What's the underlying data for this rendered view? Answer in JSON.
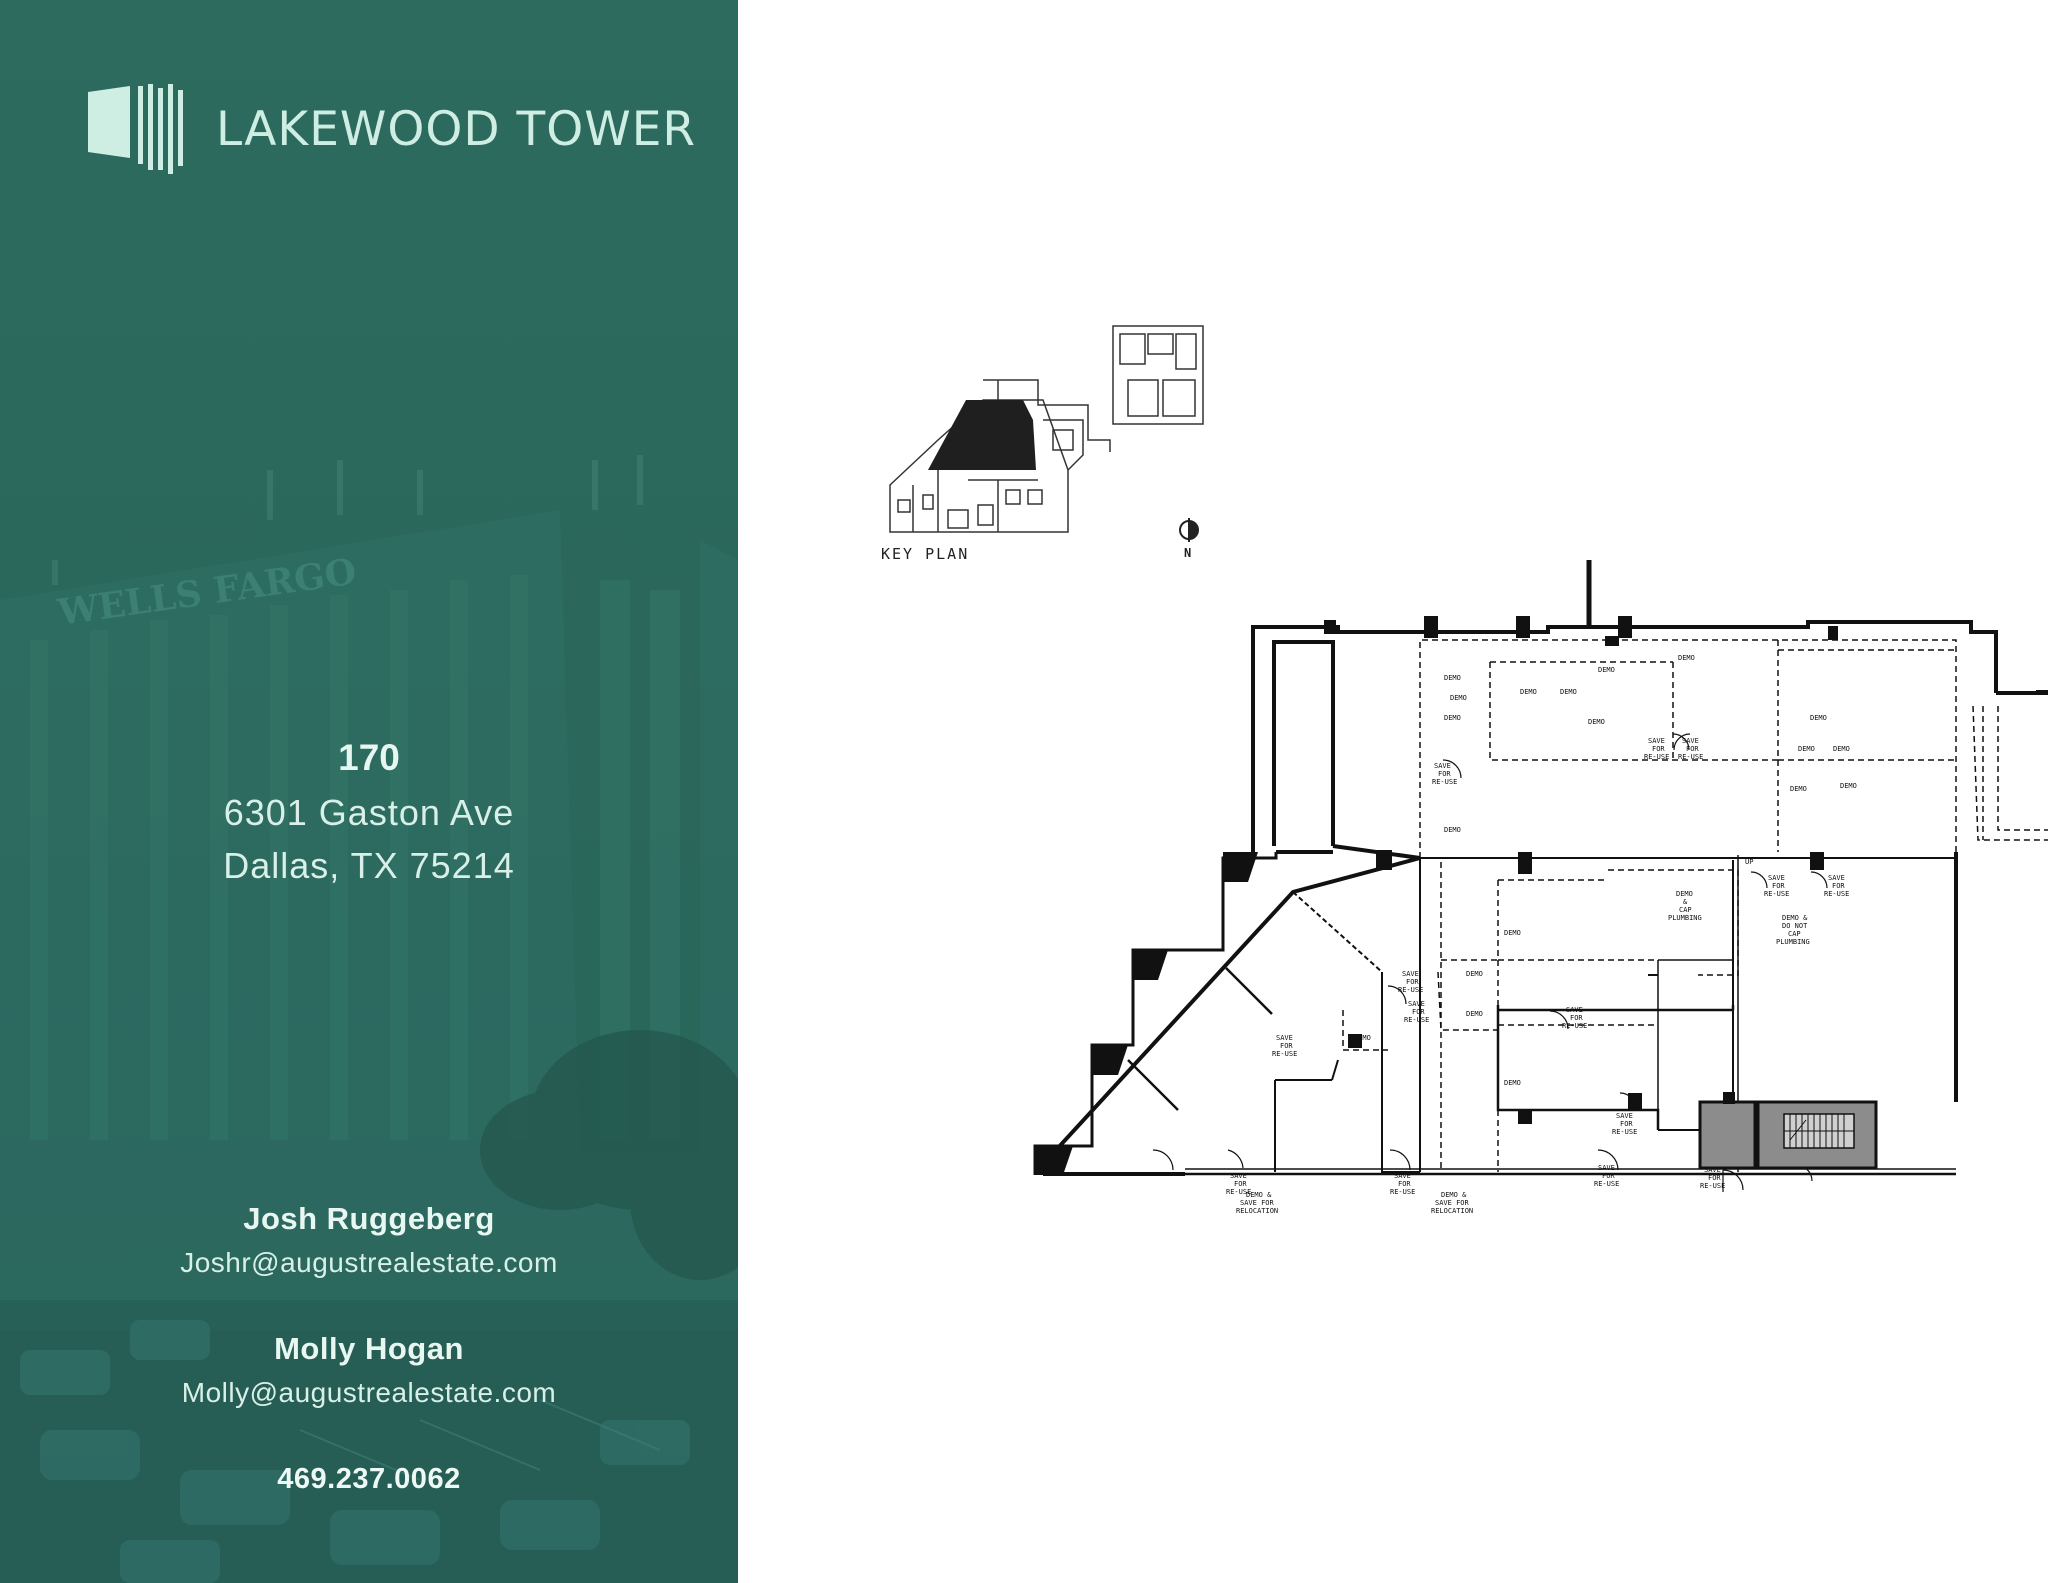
{
  "brand": {
    "name": "LAKEWOOD TOWER",
    "mint_color": "#cfeee3",
    "panel_color": "#2b685c"
  },
  "building_sign": "WELLS FARGO",
  "property": {
    "suite": "170",
    "address_line1": "6301 Gaston Ave",
    "address_line2": "Dallas, TX 75214"
  },
  "contacts": [
    {
      "name": "Josh Ruggeberg",
      "email": "Joshr@augustrealestate.com"
    },
    {
      "name": "Molly Hogan",
      "email": "Molly@augustrealestate.com"
    }
  ],
  "phone": "469.237.0062",
  "floorplan": {
    "key_plan_label": "KEY PLAN",
    "north_label": "N",
    "notes": {
      "demo": "DEMO",
      "save": [
        "SAVE",
        "FOR",
        "RE-USE"
      ],
      "demo_cap": [
        "DEMO",
        "&",
        "CAP",
        "PLUMBING"
      ],
      "demo_no_cap": [
        "DEMO &",
        "DO NOT",
        "CAP",
        "PLUMBING"
      ],
      "demo_reloc": [
        "DEMO &",
        "SAVE FOR",
        "RELOCATION"
      ],
      "up": "UP"
    }
  }
}
